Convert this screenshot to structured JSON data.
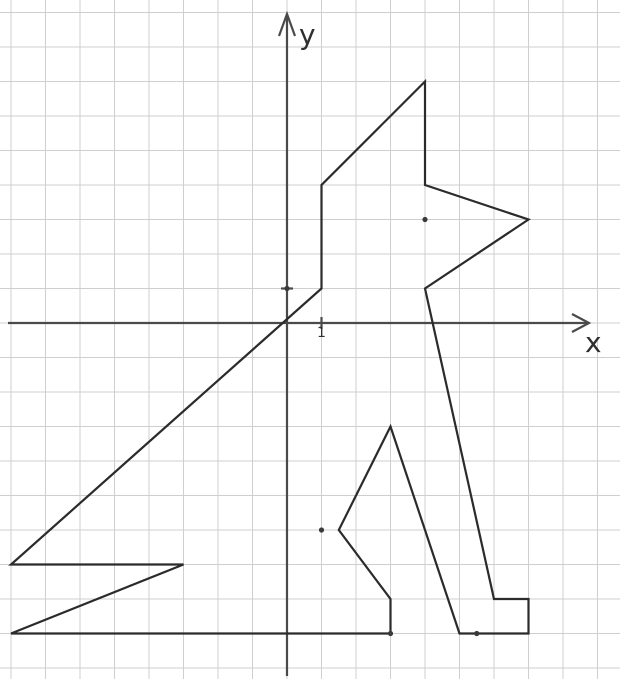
{
  "diagram": {
    "x_axis_label": "x",
    "y_axis_label": "y",
    "unit_tick_label": "1",
    "shape_vertices": [
      [
        1,
        4
      ],
      [
        1,
        3
      ],
      [
        1,
        1
      ],
      [
        -8,
        -7
      ],
      [
        -7,
        -7
      ],
      [
        -3,
        -7
      ],
      [
        -8,
        -9
      ],
      [
        3,
        -9
      ],
      [
        3,
        -8
      ],
      [
        1.5,
        -6
      ],
      [
        3,
        -3
      ],
      [
        5,
        -9
      ],
      [
        7,
        -9
      ],
      [
        7,
        -8
      ],
      [
        6,
        -8
      ],
      [
        4,
        1
      ],
      [
        7,
        3
      ],
      [
        4,
        4
      ],
      [
        4,
        7
      ],
      [
        1,
        4
      ]
    ],
    "marked_points": [
      [
        4,
        3
      ],
      [
        1,
        -6
      ],
      [
        5.5,
        -9
      ],
      [
        3,
        -9
      ],
      [
        0,
        1
      ]
    ]
  }
}
